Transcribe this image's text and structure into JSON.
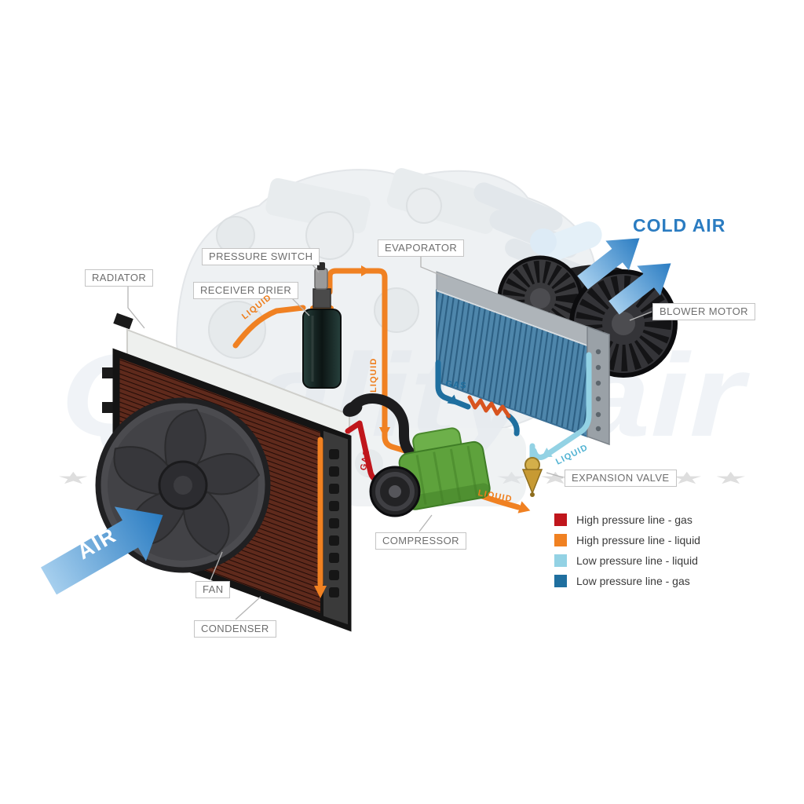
{
  "diagram": {
    "component_labels": {
      "radiator": "RADIATOR",
      "pressure_switch": "PRESSURE SWITCH",
      "receiver_drier": "RECEIVER DRIER",
      "evaporator": "EVAPORATOR",
      "blower_motor": "BLOWER MOTOR",
      "expansion_valve": "EXPANSION VALVE",
      "compressor": "COMPRESSOR",
      "fan": "FAN",
      "condenser": "CONDENSER"
    },
    "airflow_labels": {
      "cold_air": "COLD AIR",
      "air": "AIR"
    },
    "flow_labels": {
      "liquid_condenser_to_drier": "LIQUID",
      "liquid_drier_line": "LIQUID",
      "gas_discharge": "GAS",
      "gas_suction": "GAS",
      "liquid_low_pressure": "LIQUID",
      "liquid_to_expansion_valve": "LIQUID"
    },
    "legend": {
      "items": [
        {
          "color": "#c0161c",
          "label": "High pressure line - gas"
        },
        {
          "color": "#f08122",
          "label": "High pressure line - liquid"
        },
        {
          "color": "#93d2e4",
          "label": "Low pressure line - liquid"
        },
        {
          "color": "#1f6f9f",
          "label": "Low pressure line -  gas"
        }
      ]
    },
    "watermark": "Quality air",
    "watermark_stars": "★ ★ ★ ★ ★ ★ ★ ★ ★ ★ ★ ★ ★ ★ ★ ★"
  }
}
